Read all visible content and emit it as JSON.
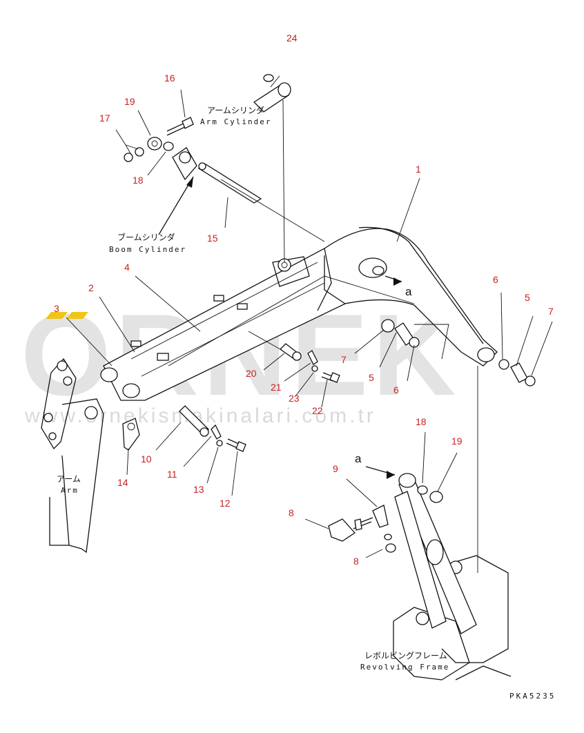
{
  "watermark": {
    "brand": "ORNEK",
    "url": "www.ornekismakinalari.com.tr",
    "accent_color": "#f0c419"
  },
  "labels": {
    "arm_cylinder_jp": "アームシリンダ",
    "arm_cylinder_en": "Arm Cylinder",
    "boom_cylinder_jp": "ブームシリンダ",
    "boom_cylinder_en": "Boom Cylinder",
    "arm_jp": "アーム",
    "arm_en": "Arm",
    "revolving_frame_jp": "レボルビングフレーム",
    "revolving_frame_en": "Revolving Frame",
    "view_mark_upper": "a",
    "view_mark_lower": "a"
  },
  "drawing_code": "PKA5235",
  "callouts": {
    "c24": "24",
    "c16": "16",
    "c19a": "19",
    "c17": "17",
    "c18a": "18",
    "c15": "15",
    "c1": "1",
    "c4": "4",
    "c2": "2",
    "c3": "3",
    "c6a": "6",
    "c5a": "5",
    "c7a": "7",
    "c7b": "7",
    "c5b": "5",
    "c6b": "6",
    "c20": "20",
    "c21": "21",
    "c23": "23",
    "c22": "22",
    "c10": "10",
    "c11": "11",
    "c14": "14",
    "c13": "13",
    "c12": "12",
    "c18b": "18",
    "c19b": "19",
    "c9": "9",
    "c8a": "8",
    "c8b": "8"
  }
}
